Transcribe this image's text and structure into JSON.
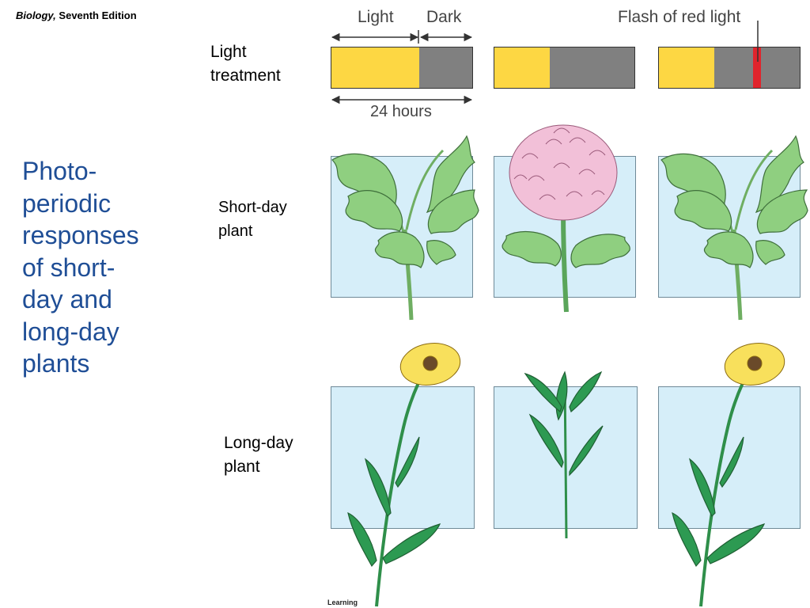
{
  "header": {
    "book_title": "Biology,",
    "edition": "Seventh Edition"
  },
  "title": "Photo-\nperiodic\nresponses\nof short-\nday and\nlong-day\nplants",
  "row_labels": {
    "light_treatment": "Light\ntreatment",
    "short_day": "Short-day\nplant",
    "long_day": "Long-day\nplant"
  },
  "bar_labels": {
    "light": "Light",
    "dark": "Dark",
    "flash": "Flash of red light",
    "duration": "24 hours"
  },
  "credit": "Learning",
  "colors": {
    "light": "#fdd743",
    "dark": "#808080",
    "red_flash": "#e0242c",
    "panel": "#d6eef9",
    "title": "#1f4e96",
    "leaf": "#8fcf80",
    "long_leaf": "#2d9a52",
    "chrysanthemum": "#f2c0d8",
    "sunflower": "#f8e05c"
  }
}
